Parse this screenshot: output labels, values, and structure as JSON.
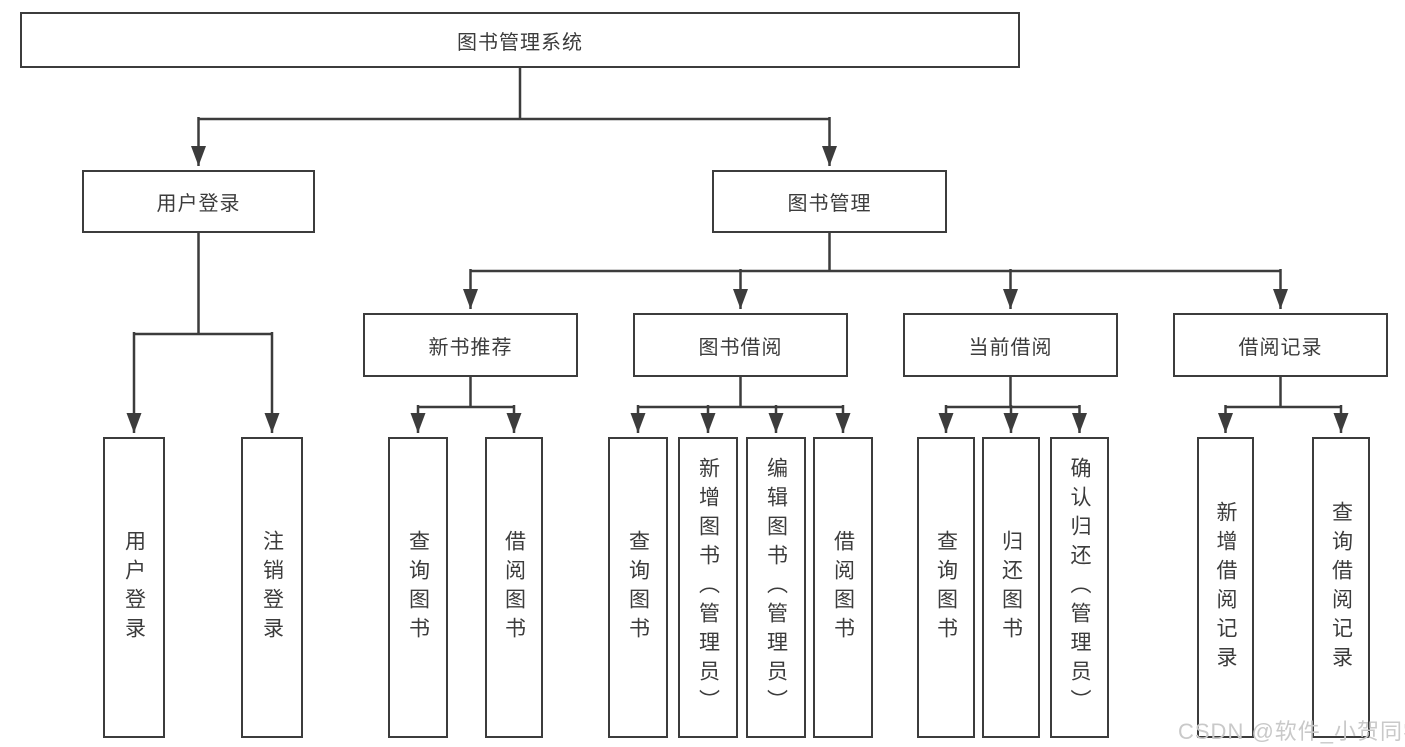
{
  "diagram": {
    "title": "图书管理系统",
    "tree": {
      "label": "图书管理系统",
      "children": [
        {
          "label": "用户登录",
          "children": [
            {
              "label": "用户登录"
            },
            {
              "label": "注销登录"
            }
          ]
        },
        {
          "label": "图书管理",
          "children": [
            {
              "label": "新书推荐",
              "children": [
                {
                  "label": "查询图书"
                },
                {
                  "label": "借阅图书"
                }
              ]
            },
            {
              "label": "图书借阅",
              "children": [
                {
                  "label": "查询图书"
                },
                {
                  "label": "新增图书（管理员）"
                },
                {
                  "label": "编辑图书（管理员）"
                },
                {
                  "label": "借阅图书"
                }
              ]
            },
            {
              "label": "当前借阅",
              "children": [
                {
                  "label": "查询图书"
                },
                {
                  "label": "归还图书"
                },
                {
                  "label": "确认归还（管理员）"
                }
              ]
            },
            {
              "label": "借阅记录",
              "children": [
                {
                  "label": "新增借阅记录"
                },
                {
                  "label": "查询借阅记录"
                }
              ]
            }
          ]
        }
      ]
    }
  },
  "watermark": {
    "text": "CSDN @软件_小贺同学"
  },
  "colors": {
    "line": "#3c3c3c",
    "text": "#3c3c3c",
    "watermark": "#c9c9c9",
    "background": "#ffffff"
  }
}
